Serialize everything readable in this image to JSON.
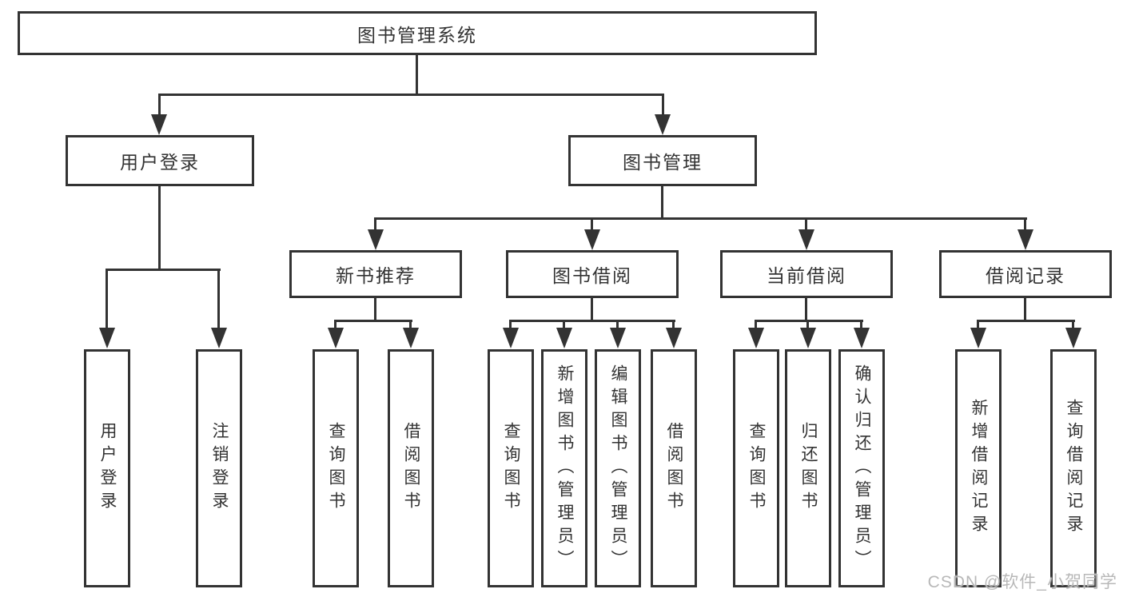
{
  "tree": {
    "root": {
      "label": "图书管理系统",
      "children": [
        {
          "label": "用户登录",
          "children": [
            {
              "label": "用户登录"
            },
            {
              "label": "注销登录"
            }
          ]
        },
        {
          "label": "图书管理",
          "children": [
            {
              "label": "新书推荐",
              "children": [
                {
                  "label": "查询图书"
                },
                {
                  "label": "借阅图书"
                }
              ]
            },
            {
              "label": "图书借阅",
              "children": [
                {
                  "label": "查询图书"
                },
                {
                  "label": "新增图书（管理员）"
                },
                {
                  "label": "编辑图书（管理员）"
                },
                {
                  "label": "借阅图书"
                }
              ]
            },
            {
              "label": "当前借阅",
              "children": [
                {
                  "label": "查询图书"
                },
                {
                  "label": "归还图书"
                },
                {
                  "label": "确认归还（管理员）"
                }
              ]
            },
            {
              "label": "借阅记录",
              "children": [
                {
                  "label": "新增借阅记录"
                },
                {
                  "label": "查询借阅记录"
                }
              ]
            }
          ]
        }
      ]
    }
  },
  "watermark": "CSDN @软件_小贺同学",
  "colors": {
    "line": "#333333",
    "text": "#333333",
    "watermark": "#b8b8b8",
    "background": "#ffffff"
  }
}
